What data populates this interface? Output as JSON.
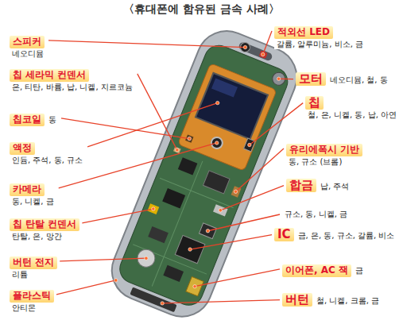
{
  "diagram": {
    "title": "〈휴대폰에 함유된 금속 사례〉",
    "nodes": [
      {
        "text": [
          "스피커",
          "네오디뮴"
        ]
      },
      {
        "text": [
          "칩 세라믹 컨덴서",
          "은, 티탄, 바륨, 납, 니켈, 지르코늄"
        ]
      },
      {
        "text": [
          "칩코일",
          "동"
        ]
      },
      {
        "text": [
          "액정",
          "인듐, 주석, 동, 규소"
        ]
      },
      {
        "text": [
          "카메라",
          "동, 니켈, 금"
        ]
      },
      {
        "text": [
          "칩 탄탈 컨덴서",
          "탄탈, 은, 망간"
        ]
      },
      {
        "text": [
          "버턴 전지",
          "리튬"
        ]
      },
      {
        "text": [
          "플라스틱",
          "안티몬"
        ]
      },
      {
        "text": [
          "적외선 LED",
          "갈륨, 알루미늄, 비소, 금"
        ]
      },
      {
        "text": [
          "모터",
          "네오디뮴, 철, 동"
        ]
      },
      {
        "text": [
          "칩",
          "철, 은, 니켈, 동, 납, 아연"
        ]
      },
      {
        "text": [
          "유리에폭시 기반",
          "동, 규소 (브롬)"
        ]
      },
      {
        "text": [
          "합금",
          "납, 주석"
        ]
      },
      {
        "text": [
          "IC",
          "금, 은, 동, 규소, 갈륨, 비소"
        ]
      },
      {
        "text": [
          "이어폰, AC 잭",
          "금"
        ]
      },
      {
        "text": [
          "버턴",
          "철, 니켈, 크롬, 금"
        ]
      }
    ],
    "labels": [
      "규소, 동, 니켈, 금"
    ]
  }
}
